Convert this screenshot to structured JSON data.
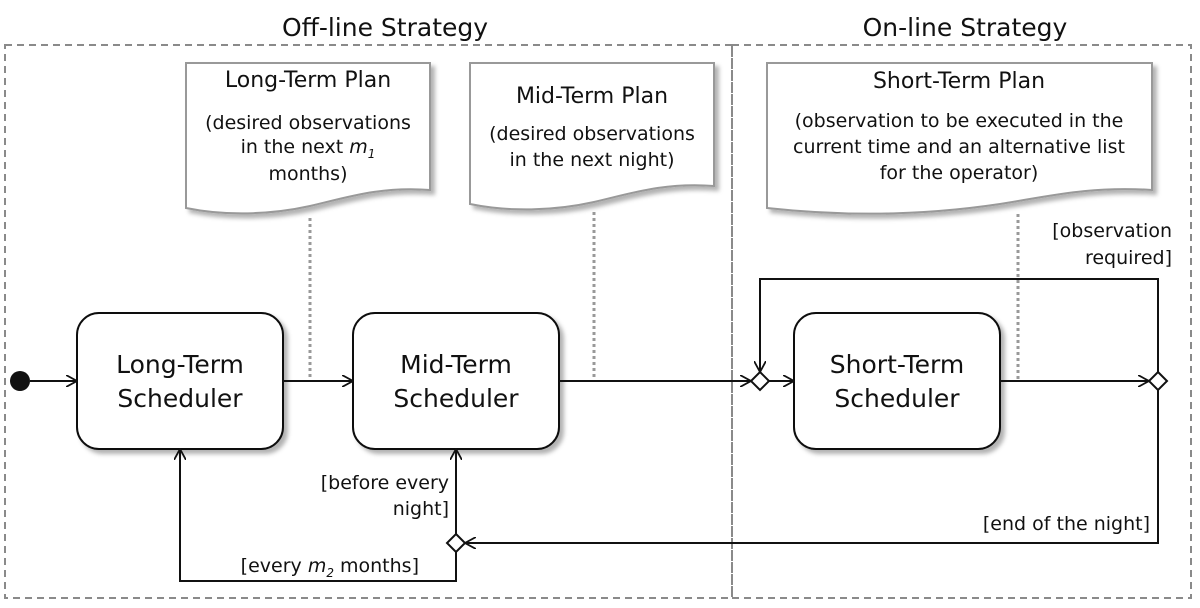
{
  "regions": {
    "offline": "Off-line Strategy",
    "online": "On-line Strategy"
  },
  "documents": {
    "long_term": {
      "title": "Long-Term Plan",
      "line1": "(desired observations",
      "line2_pre": "in the next ",
      "line2_var": "m",
      "line2_sub": "1",
      "line3": "months)"
    },
    "mid_term": {
      "title": "Mid-Term Plan",
      "line1": "(desired observations",
      "line2": "in the next night)"
    },
    "short_term": {
      "title": "Short-Term Plan",
      "line1": "(observation to be executed in the",
      "line2": "current time and an alternative list",
      "line3": "for the operator)"
    }
  },
  "schedulers": {
    "long_term": {
      "line1": "Long-Term",
      "line2": "Scheduler"
    },
    "mid_term": {
      "line1": "Mid-Term",
      "line2": "Scheduler"
    },
    "short_term": {
      "line1": "Short-Term",
      "line2": "Scheduler"
    }
  },
  "guards": {
    "observation_required": {
      "line1": "[observation",
      "line2": "required]"
    },
    "before_every_night": {
      "line1": "[before every",
      "line2": "night]"
    },
    "end_of_night": "[end of the night]",
    "every_m2": {
      "pre": "[every ",
      "var": "m",
      "sub": "2",
      "post": " months]"
    }
  }
}
